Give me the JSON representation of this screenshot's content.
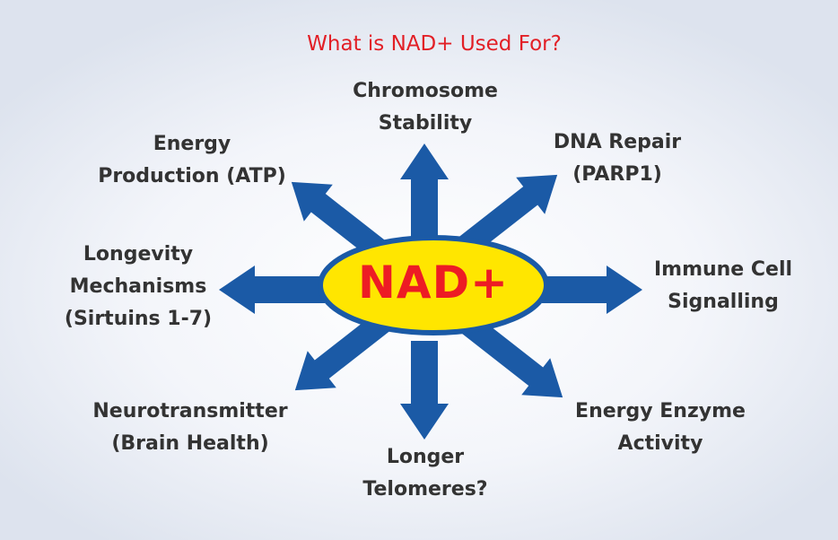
{
  "title": "What is NAD+ Used For?",
  "center": {
    "label": "NAD+"
  },
  "targets": {
    "chromosome": {
      "line1": "Chromosome",
      "line2": "Stability"
    },
    "dna_repair": {
      "line1": "DNA Repair",
      "line2": "(PARP1)"
    },
    "immune": {
      "line1": "Immune Cell",
      "line2": "Signalling"
    },
    "enzyme": {
      "line1": "Energy Enzyme",
      "line2": "Activity"
    },
    "telomeres": {
      "line1": "Longer",
      "line2": "Telomeres?"
    },
    "neuro": {
      "line1": "Neurotransmitter",
      "line2": "(Brain Health)"
    },
    "longevity": {
      "line1": "Longevity",
      "line2": "Mechanisms",
      "line3": "(Sirtuins 1-7)"
    },
    "energy": {
      "line1": "Energy",
      "line2": "Production (ATP)"
    }
  },
  "colors": {
    "title": "#e21f26",
    "center_fill": "#ffe600",
    "center_stroke": "#1b5aa6",
    "center_text": "#ed1c24",
    "arrow": "#1b5aa6",
    "label": "#333333"
  }
}
